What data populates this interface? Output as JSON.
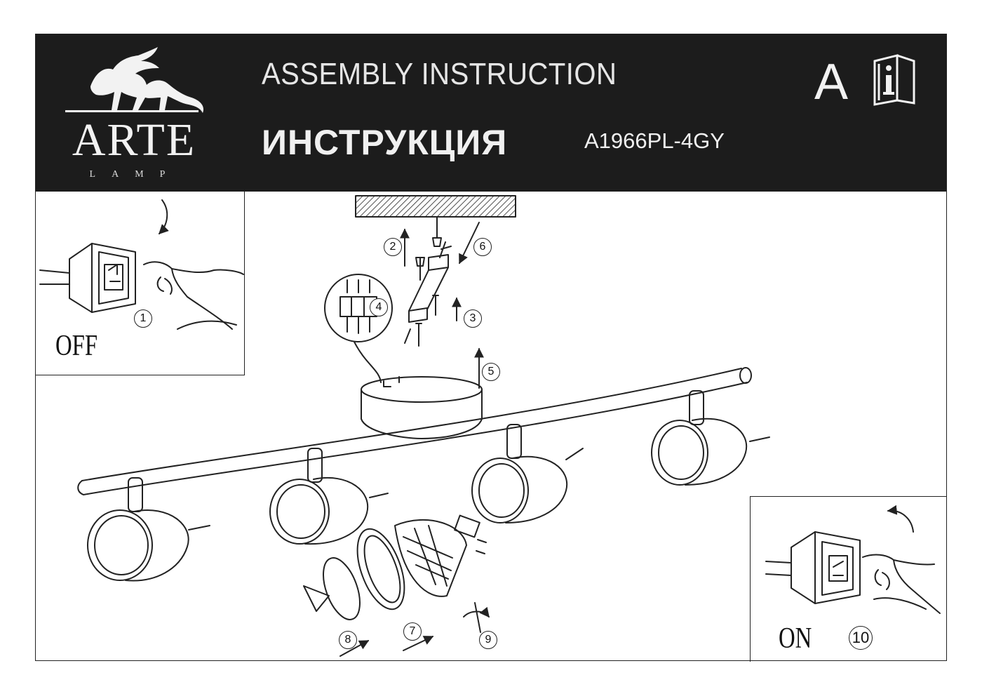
{
  "header": {
    "brand_name": "ARTE",
    "brand_sub": "LAMP",
    "title_en": "ASSEMBLY INSTRUCTION",
    "title_ru": "ИНСТРУКЦИЯ",
    "model": "A1966PL-4GY",
    "language_letter": "A",
    "logo_icon": "winged-lion-icon",
    "manual_icon": "manual-info-icon"
  },
  "switch_off": {
    "label": "OFF",
    "step": "1"
  },
  "switch_on": {
    "label": "ON",
    "step": "10"
  },
  "steps": [
    "2",
    "3",
    "4",
    "5",
    "6",
    "7",
    "8",
    "9"
  ],
  "colors": {
    "header_bg": "#1c1c1c",
    "ink": "#222222",
    "paper": "#ffffff"
  }
}
